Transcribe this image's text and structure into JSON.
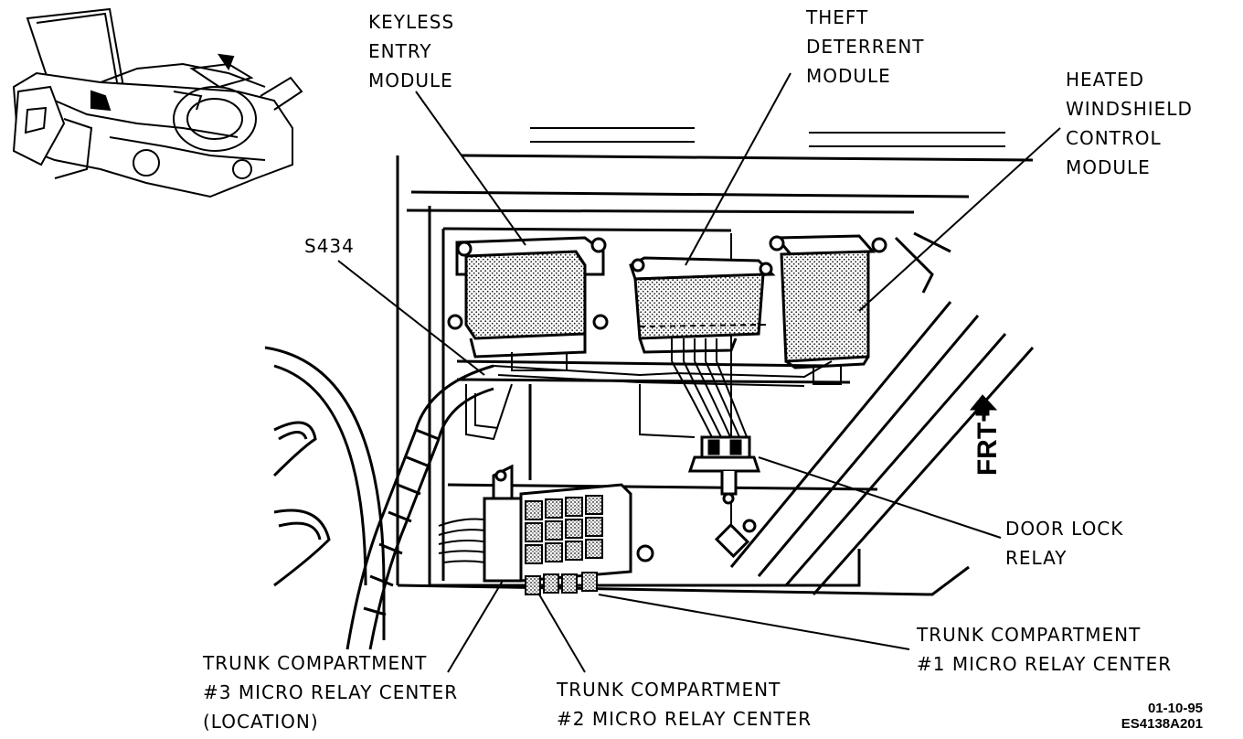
{
  "labels": {
    "keyless": [
      "KEYLESS",
      "ENTRY",
      "MODULE"
    ],
    "theft": [
      "THEFT",
      "DETERRENT",
      "MODULE"
    ],
    "heated": [
      "HEATED",
      "WINDSHIELD",
      "CONTROL",
      "MODULE"
    ],
    "splice": "S434",
    "door_lock": [
      "DOOR LOCK",
      "RELAY"
    ],
    "relay1": [
      "TRUNK COMPARTMENT",
      "#1 MICRO RELAY CENTER"
    ],
    "relay2": [
      "TRUNK COMPARTMENT",
      "#2 MICRO RELAY CENTER"
    ],
    "relay3": [
      "TRUNK COMPARTMENT",
      "#3 MICRO RELAY CENTER",
      "(LOCATION)"
    ],
    "front_arrow": "FRT",
    "date": "01-10-95",
    "figure_code": "ES4138A201"
  }
}
